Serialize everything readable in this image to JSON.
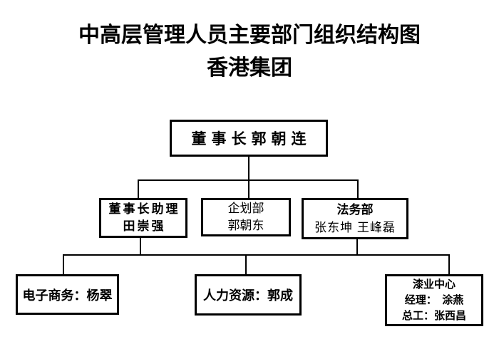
{
  "page": {
    "title_line1": "中高层管理人员主要部门组织结构图",
    "title_line2": "香港集团"
  },
  "org": {
    "root": {
      "label": "董事长郭朝连"
    },
    "assistant": {
      "line1": "董事长助理",
      "line2": "田崇强"
    },
    "planning": {
      "line1": "企划部",
      "line2": "郭朝东"
    },
    "legal": {
      "line1": "法务部",
      "line2": "张东坤 王峰磊"
    },
    "ecommerce": {
      "line1": "电子商务：杨翠"
    },
    "hr": {
      "line1": "人力资源：郭成"
    },
    "paint_center": {
      "line1": "漆业中心",
      "line2": "经理：　涂燕",
      "line3": "总工：张西昌"
    }
  },
  "colors": {
    "background": "#ffffff",
    "line": "#000000",
    "text": "#000000"
  }
}
